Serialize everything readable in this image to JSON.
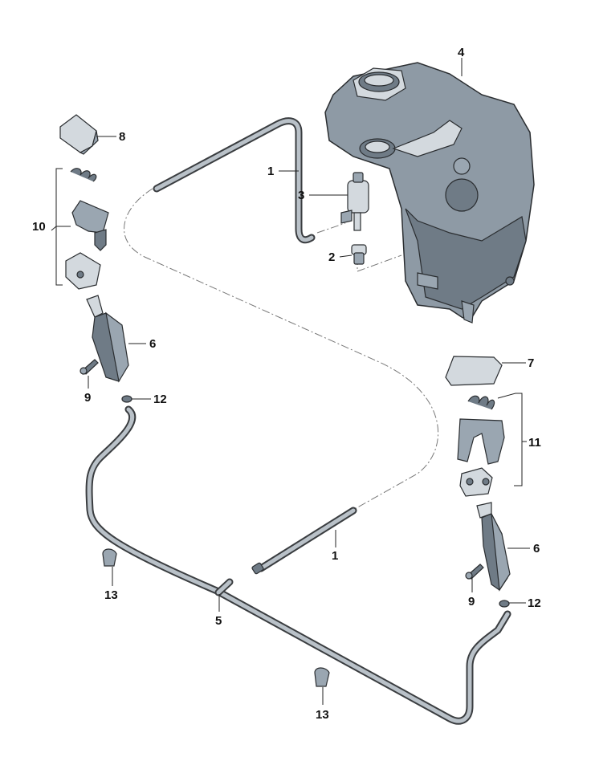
{
  "callouts": {
    "c1a": "1",
    "c1b": "1",
    "c2": "2",
    "c3": "3",
    "c4": "4",
    "c5": "5",
    "c6a": "6",
    "c6b": "6",
    "c7": "7",
    "c8": "8",
    "c9a": "9",
    "c9b": "9",
    "c10": "10",
    "c11": "11",
    "c12a": "12",
    "c12b": "12",
    "c13a": "13",
    "c13b": "13"
  },
  "colors": {
    "part": "#9aa6b1",
    "part_dark": "#6f7b86",
    "hose": "#3a3d40",
    "background": "#ffffff"
  }
}
